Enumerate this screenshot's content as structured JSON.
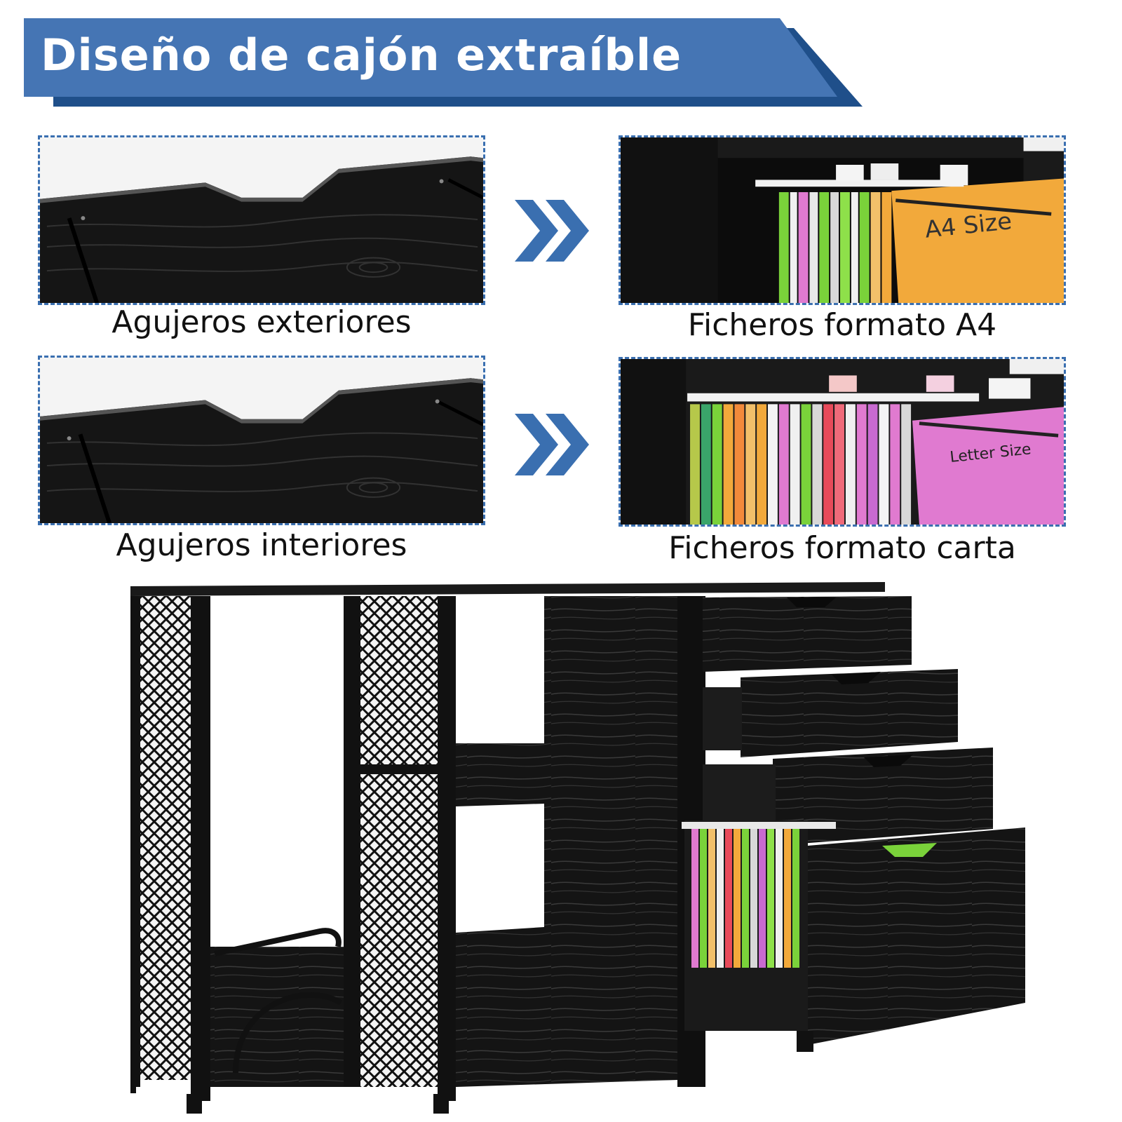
{
  "banner": {
    "title": "Diseño de cajón extraíble",
    "color_main": "#4575b4",
    "color_shadow": "#1f4f8a"
  },
  "panels": [
    {
      "name": "outer-holes",
      "caption": "Agujeros exteriores"
    },
    {
      "name": "a4-files",
      "caption": "Ficheros formato A4",
      "folder_label": "A4 Size"
    },
    {
      "name": "inner-holes",
      "caption": "Agujeros interiores"
    },
    {
      "name": "letter-files",
      "caption": "Ficheros formato carta",
      "folder_label": "Letter Size"
    }
  ],
  "colors": {
    "accent_blue": "#3a6fb0",
    "wood_black": "#151515",
    "folder_orange": "#f2a93b",
    "folder_pink": "#e07ad0",
    "folder_green": "#7ad23a"
  },
  "icons": [
    "chevron-right-icon",
    "chevron-right-icon"
  ]
}
